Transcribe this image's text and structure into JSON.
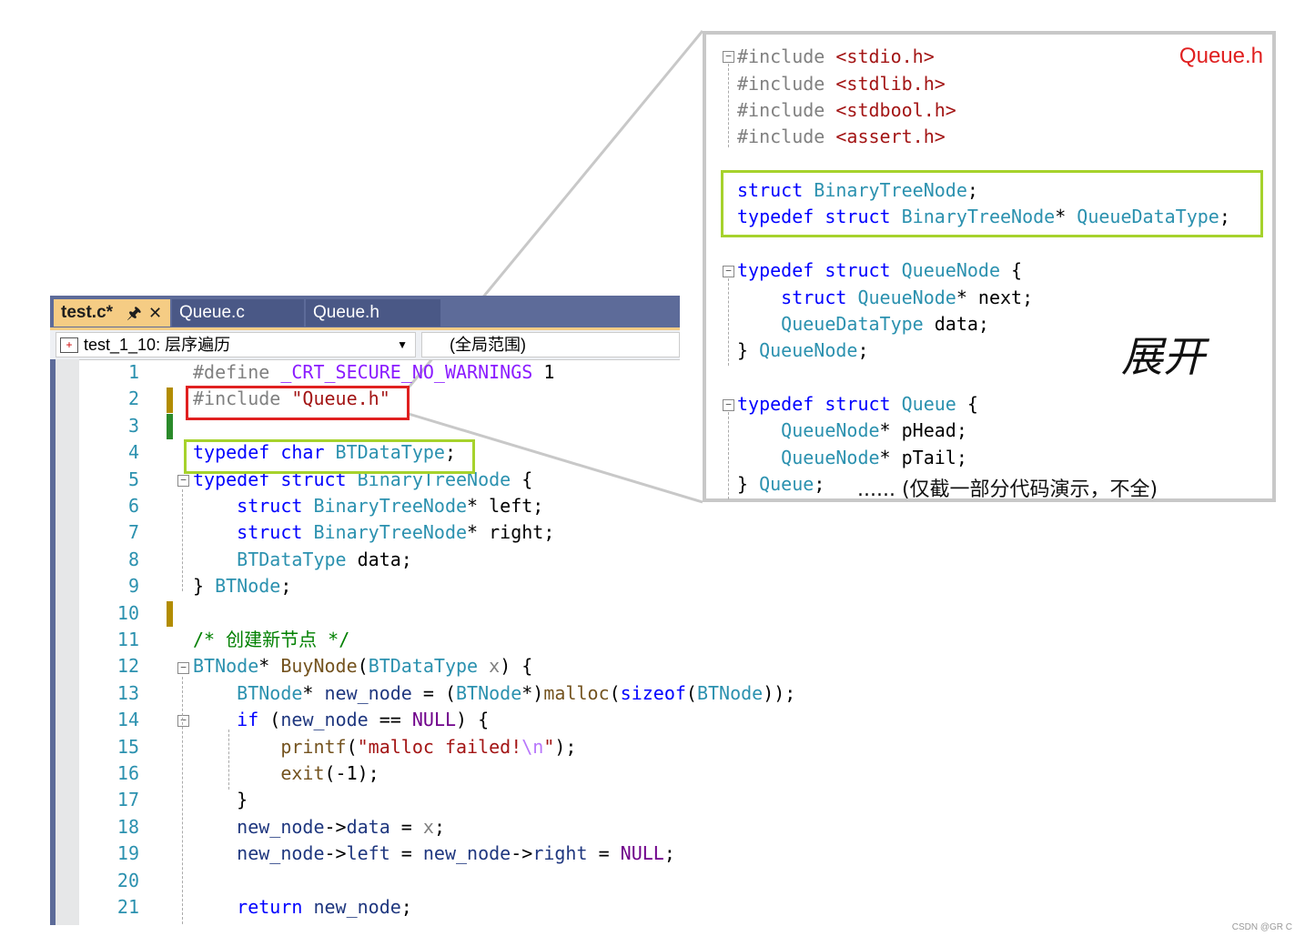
{
  "editor": {
    "tabs": [
      {
        "label": "test.c*",
        "active": true
      },
      {
        "label": "Queue.c",
        "active": false
      },
      {
        "label": "Queue.h",
        "active": false
      }
    ],
    "tab_pin_icon": "pin-icon",
    "tab_close_icon": "close-icon",
    "nav_left": "test_1_10: 层序遍历",
    "nav_right": "(全局范围)",
    "nav_dropdown_icon": "chevron-down-icon",
    "lines": [
      {
        "n": "1",
        "code": "#define _CRT_SECURE_NO_WARNINGS 1"
      },
      {
        "n": "2",
        "code": "#include \"Queue.h\""
      },
      {
        "n": "3",
        "code": ""
      },
      {
        "n": "4",
        "code": "typedef char BTDataType;"
      },
      {
        "n": "5",
        "code": "typedef struct BinaryTreeNode {"
      },
      {
        "n": "6",
        "code": "    struct BinaryTreeNode* left;"
      },
      {
        "n": "7",
        "code": "    struct BinaryTreeNode* right;"
      },
      {
        "n": "8",
        "code": "    BTDataType data;"
      },
      {
        "n": "9",
        "code": "} BTNode;"
      },
      {
        "n": "10",
        "code": ""
      },
      {
        "n": "11",
        "code": "/* 创建新节点 */"
      },
      {
        "n": "12",
        "code": "BTNode* BuyNode(BTDataType x) {"
      },
      {
        "n": "13",
        "code": "    BTNode* new_node = (BTNode*)malloc(sizeof(BTNode));"
      },
      {
        "n": "14",
        "code": "    if (new_node == NULL) {"
      },
      {
        "n": "15",
        "code": "        printf(\"malloc failed!\\n\");"
      },
      {
        "n": "16",
        "code": "        exit(-1);"
      },
      {
        "n": "17",
        "code": "    }"
      },
      {
        "n": "18",
        "code": "    new_node->data = x;"
      },
      {
        "n": "19",
        "code": "    new_node->left = new_node->right = NULL;"
      },
      {
        "n": "20",
        "code": ""
      },
      {
        "n": "21",
        "code": "    return new_node;"
      }
    ]
  },
  "callout": {
    "title": "Queue.h",
    "big_label": "展开",
    "note": "......  (仅截一部分代码演示，不全)",
    "lines": [
      "#include <stdio.h>",
      "#include <stdlib.h>",
      "#include <stdbool.h>",
      "#include <assert.h>",
      "",
      "struct BinaryTreeNode;",
      "typedef struct BinaryTreeNode* QueueDataType;",
      "",
      "typedef struct QueueNode {",
      "    struct QueueNode* next;",
      "    QueueDataType data;",
      "} QueueNode;",
      "",
      "typedef struct Queue {",
      "    QueueNode* pHead;",
      "    QueueNode* pTail;",
      "} Queue;"
    ]
  },
  "watermark": "CSDN @GR C",
  "colors": {
    "keyword": "#0000ff",
    "type": "#2b91af",
    "string": "#a31515",
    "highlight_red": "#e02020",
    "highlight_green": "#a6d22c",
    "tab_active": "#f5cc84",
    "tab_bar": "#5d6b99"
  }
}
